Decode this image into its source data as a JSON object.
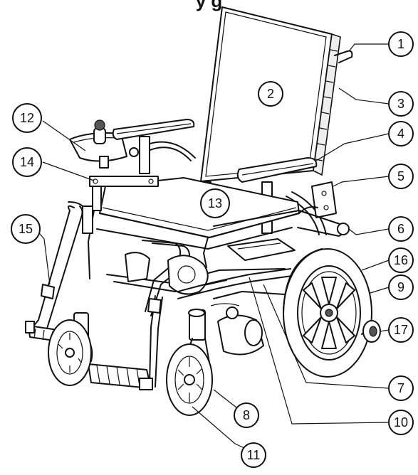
{
  "header": {
    "title_fragment": "y g"
  },
  "callouts": [
    {
      "label": "1"
    },
    {
      "label": "2"
    },
    {
      "label": "3"
    },
    {
      "label": "4"
    },
    {
      "label": "5"
    },
    {
      "label": "6"
    },
    {
      "label": "7"
    },
    {
      "label": "8"
    },
    {
      "label": "9"
    },
    {
      "label": "10"
    },
    {
      "label": "11"
    },
    {
      "label": "12"
    },
    {
      "label": "13"
    },
    {
      "label": "14"
    },
    {
      "label": "15"
    },
    {
      "label": "16"
    },
    {
      "label": "17"
    }
  ]
}
